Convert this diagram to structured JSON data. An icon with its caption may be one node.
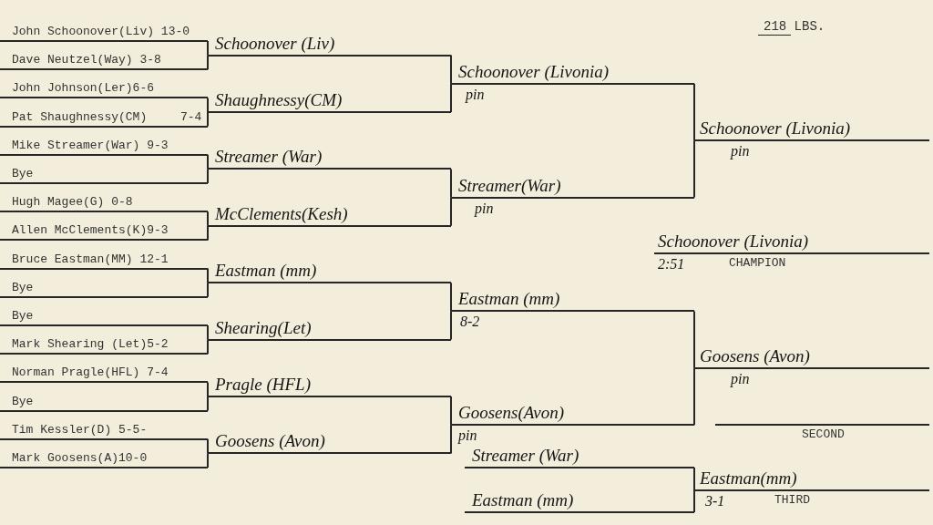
{
  "diagram": {
    "title": "218 LBS.",
    "nodes": [
      {
        "text": [
          "John Schoonover(Liv) 13-0"
        ]
      },
      {
        "text": [
          "Dave Neutzel(Way) 3-8"
        ]
      },
      {
        "text": [
          "John Johnson(Ler)6-6"
        ]
      },
      {
        "text": [
          "Pat Shaughnessy(CM)",
          "7-4"
        ]
      },
      {
        "text": [
          "Mike Streamer(War) 9-3"
        ]
      },
      {
        "text": [
          "Bye"
        ]
      },
      {
        "text": [
          "Hugh Magee(G) 0-8"
        ]
      },
      {
        "text": [
          "Allen McClements(K)9-3"
        ]
      },
      {
        "text": [
          "Bruce Eastman(MM) 12-1"
        ]
      },
      {
        "text": [
          "Bye"
        ]
      },
      {
        "text": [
          "Bye"
        ]
      },
      {
        "text": [
          "Mark Shearing (Let)5-2"
        ]
      },
      {
        "text": [
          "Norman Pragle(HFL) 7-4"
        ]
      },
      {
        "text": [
          "Bye"
        ]
      },
      {
        "text": [
          "Tim Kessler(D) 5-5-"
        ]
      },
      {
        "text": [
          "Mark Goosens(A)10-0"
        ]
      },
      {
        "text": [
          "Schoonover (Liv)"
        ]
      },
      {
        "text": [
          "Shaughnessy(CM)"
        ]
      },
      {
        "text": [
          "Streamer (War)"
        ]
      },
      {
        "text": [
          "McClements(Kesh)"
        ]
      },
      {
        "text": [
          "Eastman (mm)"
        ]
      },
      {
        "text": [
          "Shearing(Let)"
        ]
      },
      {
        "text": [
          "Pragle (HFL)"
        ]
      },
      {
        "text": [
          "Goosens (Avon)"
        ]
      },
      {
        "text": [
          "Schoonover (Livonia)",
          "pin"
        ]
      },
      {
        "text": [
          "Streamer(War)",
          "pin"
        ]
      },
      {
        "text": [
          "Eastman (mm)",
          "8-2"
        ]
      },
      {
        "text": [
          "Goosens(Avon)",
          "pin"
        ]
      },
      {
        "text": [
          "Streamer (War)"
        ]
      },
      {
        "text": [
          "Eastman (mm)"
        ]
      },
      {
        "text": [
          "Schoonover (Livonia)",
          "pin"
        ]
      },
      {
        "text": [
          "Schoonover (Livonia)",
          "2:51",
          "CHAMPION"
        ]
      },
      {
        "text": [
          "Goosens (Avon)",
          "pin"
        ]
      },
      {
        "text": [
          "SECOND"
        ]
      },
      {
        "text": [
          "Eastman(mm)",
          "3-1",
          "THIRD"
        ]
      }
    ],
    "edges": [
      {
        "from": 0,
        "to": 16,
        "arrow": "none"
      },
      {
        "from": 1,
        "to": 16,
        "arrow": "none"
      },
      {
        "from": 2,
        "to": 17,
        "arrow": "none"
      },
      {
        "from": 3,
        "to": 17,
        "arrow": "none"
      },
      {
        "from": 4,
        "to": 18,
        "arrow": "none"
      },
      {
        "from": 5,
        "to": 18,
        "arrow": "none"
      },
      {
        "from": 6,
        "to": 19,
        "arrow": "none"
      },
      {
        "from": 7,
        "to": 19,
        "arrow": "none"
      },
      {
        "from": 8,
        "to": 20,
        "arrow": "none"
      },
      {
        "from": 9,
        "to": 20,
        "arrow": "none"
      },
      {
        "from": 10,
        "to": 21,
        "arrow": "none"
      },
      {
        "from": 11,
        "to": 21,
        "arrow": "none"
      },
      {
        "from": 12,
        "to": 22,
        "arrow": "none"
      },
      {
        "from": 13,
        "to": 22,
        "arrow": "none"
      },
      {
        "from": 14,
        "to": 23,
        "arrow": "none"
      },
      {
        "from": 15,
        "to": 23,
        "arrow": "none"
      },
      {
        "from": 16,
        "to": 24,
        "arrow": "none"
      },
      {
        "from": 17,
        "to": 24,
        "arrow": "none"
      },
      {
        "from": 18,
        "to": 25,
        "arrow": "none"
      },
      {
        "from": 19,
        "to": 25,
        "arrow": "none"
      },
      {
        "from": 20,
        "to": 26,
        "arrow": "none"
      },
      {
        "from": 21,
        "to": 26,
        "arrow": "none"
      },
      {
        "from": 22,
        "to": 27,
        "arrow": "none"
      },
      {
        "from": 23,
        "to": 27,
        "arrow": "none"
      },
      {
        "from": 24,
        "to": 30,
        "arrow": "none"
      },
      {
        "from": 25,
        "to": 30,
        "arrow": "none"
      },
      {
        "from": 26,
        "to": 32,
        "arrow": "none"
      },
      {
        "from": 27,
        "to": 32,
        "arrow": "none"
      },
      {
        "from": 28,
        "to": 34,
        "arrow": "none"
      },
      {
        "from": 29,
        "to": 34,
        "arrow": "none"
      }
    ]
  }
}
